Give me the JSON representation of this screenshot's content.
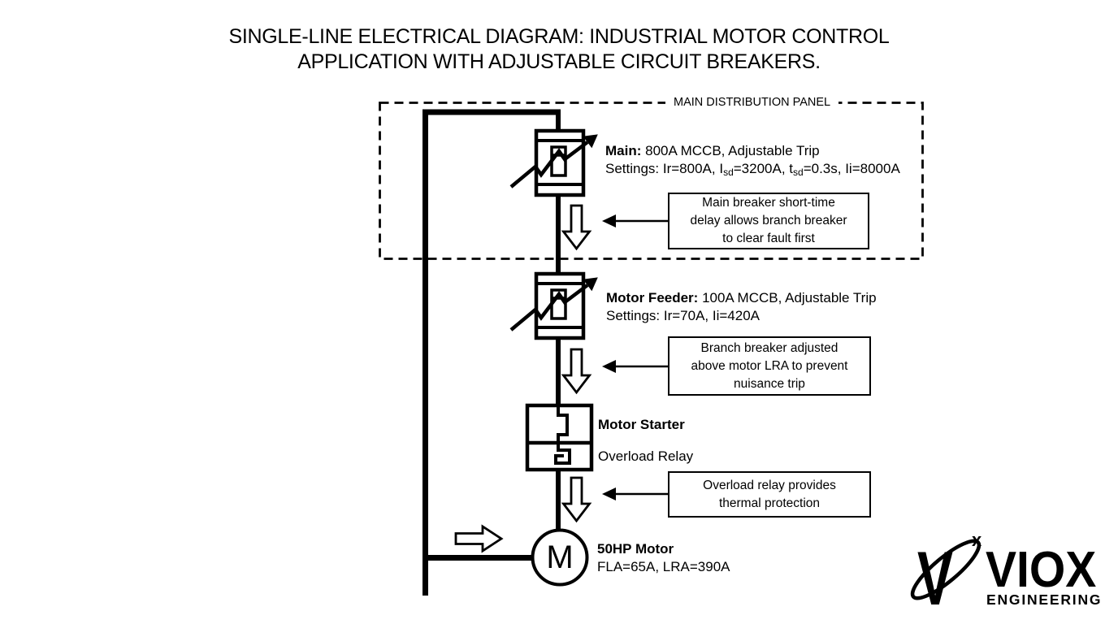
{
  "title": {
    "line1": "SINGLE-LINE ELECTRICAL DIAGRAM: INDUSTRIAL MOTOR CONTROL",
    "line2": "APPLICATION WITH ADJUSTABLE CIRCUIT BREAKERS."
  },
  "panel": {
    "label": "MAIN DISTRIBUTION PANEL"
  },
  "main_breaker": {
    "name": "Main:",
    "spec": " 800A MCCB, Adjustable Trip",
    "settings": {
      "s1": "Settings: Ir=800A, I",
      "sub1": "sd",
      "s2": "=3200A, t",
      "sub2": "sd",
      "s3": "=0.3s, Ii=8000A"
    }
  },
  "feeder_breaker": {
    "name": "Motor Feeder:",
    "spec": " 100A MCCB, Adjustable Trip",
    "settings": "Settings: Ir=70A, Ii=420A"
  },
  "starter": {
    "label": "Motor Starter",
    "overload_label": "Overload Relay"
  },
  "motor": {
    "symbol": "M",
    "name": "50HP Motor",
    "spec": "FLA=65A, LRA=390A"
  },
  "notes": {
    "main": {
      "line1": "Main breaker short-time",
      "line2": "delay allows branch breaker",
      "line3": "to clear fault first"
    },
    "branch": {
      "line1": "Branch breaker adjusted",
      "line2": "above motor LRA to prevent",
      "line3": "nuisance trip"
    },
    "overload": {
      "line1": "Overload relay provides",
      "line2": "thermal protection"
    }
  },
  "logo": {
    "v": "V",
    "x": "x",
    "name": "VIOX",
    "subtitle": "ENGINEERING"
  },
  "colors": {
    "ink": "#000000",
    "background": "#ffffff"
  }
}
